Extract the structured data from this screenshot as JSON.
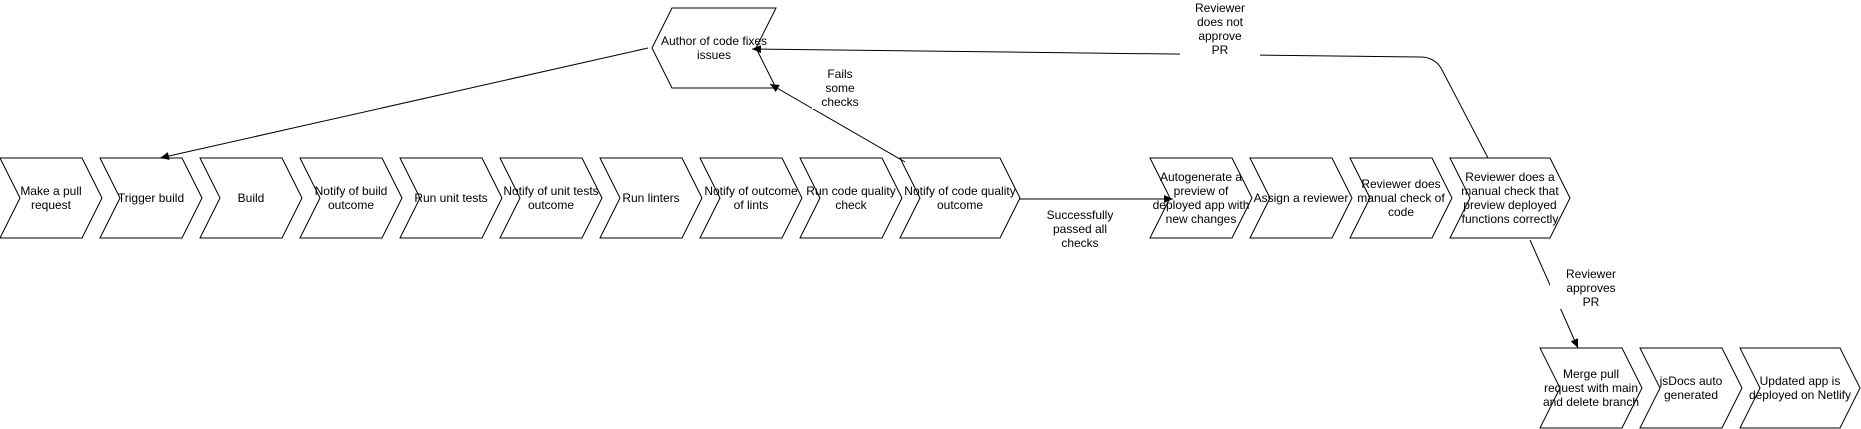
{
  "colors": {
    "stroke": "#000000",
    "fill": "#ffffff",
    "text": "#000000"
  },
  "steps": [
    {
      "id": "s1",
      "text": "Make a pull request"
    },
    {
      "id": "s2",
      "text": "Trigger build"
    },
    {
      "id": "s3",
      "text": "Build"
    },
    {
      "id": "s4",
      "text": "Notify of build outcome"
    },
    {
      "id": "s5",
      "text": "Run unit tests"
    },
    {
      "id": "s6",
      "text": "Notify of unit tests outcome"
    },
    {
      "id": "s7",
      "text": "Run linters"
    },
    {
      "id": "s8",
      "text": "Notify of outcome of lints"
    },
    {
      "id": "s9",
      "text": "Run code quality check"
    },
    {
      "id": "s10",
      "text": "Notify of code quality outcome"
    },
    {
      "id": "r1",
      "text": "Autogenerate a preview of deployed app with new changes"
    },
    {
      "id": "r2",
      "text": "Assign a reviewer"
    },
    {
      "id": "r3",
      "text": "Reviewer does manual check of code"
    },
    {
      "id": "r4",
      "text": "Reviewer does a manual check that preview deployed functions correctly"
    },
    {
      "id": "m1",
      "text": "Merge pull request with main and delete branch"
    },
    {
      "id": "m2",
      "text": "jsDocs auto generated"
    },
    {
      "id": "m3",
      "text": "Updated app is deployed on Netlify"
    }
  ],
  "fixer": {
    "text": "Author of code fixes issues"
  },
  "edge_labels": {
    "fails": "Fails\nsome\nchecks",
    "passed": "Successfully\npassed all\nchecks",
    "not_approve": "Reviewer\ndoes not\napprove\nPR",
    "approves": "Reviewer\napproves\nPR"
  }
}
